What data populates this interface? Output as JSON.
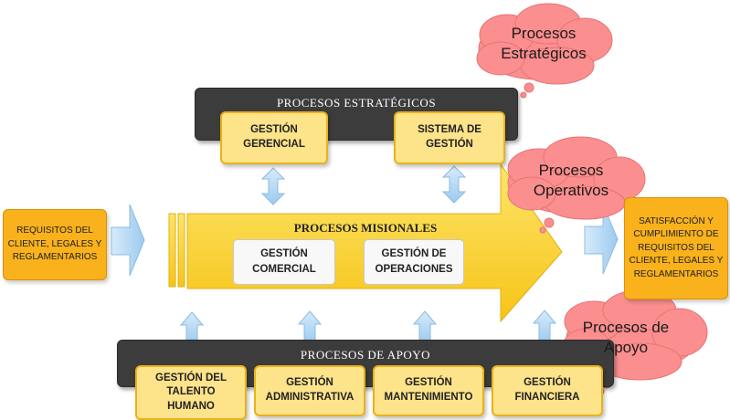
{
  "colors": {
    "dark_bar": "#3c3c3c",
    "yellow_box": "#fde38a",
    "yellow_border": "#e9b21a",
    "orange_box": "#f9b21c",
    "arrow_yellow": "#fbd12b",
    "light_blue": "#a6cff0",
    "cloud": "#fb8f8f"
  },
  "clouds": {
    "estrategicos": "Procesos Estratégicos",
    "operativos": "Procesos Operativos",
    "apoyo": "Procesos de Apoyo"
  },
  "estrategicos": {
    "title": "PROCESOS ESTRATÉGICOS",
    "boxes": [
      "GESTIÓN GERENCIAL",
      "SISTEMA DE GESTIÓN"
    ]
  },
  "misionales": {
    "title": "PROCESOS MISIONALES",
    "boxes": [
      "GESTIÓN COMERCIAL",
      "GESTIÓN DE OPERACIONES"
    ]
  },
  "apoyo": {
    "title": "PROCESOS DE APOYO",
    "boxes": [
      "GESTIÓN DEL TALENTO HUMANO",
      "GESTIÓN ADMINISTRATIVA",
      "GESTIÓN MANTENIMIENTO",
      "GESTIÓN FINANCIERA"
    ]
  },
  "input_box": "REQUISITOS DEL CLIENTE, LEGALES Y REGLAMENTARIOS",
  "output_box": "SATISFACCIÓN Y CUMPLIMIENTO DE REQUISITOS DEL CLIENTE, LEGALES Y REGLAMENTARIOS"
}
